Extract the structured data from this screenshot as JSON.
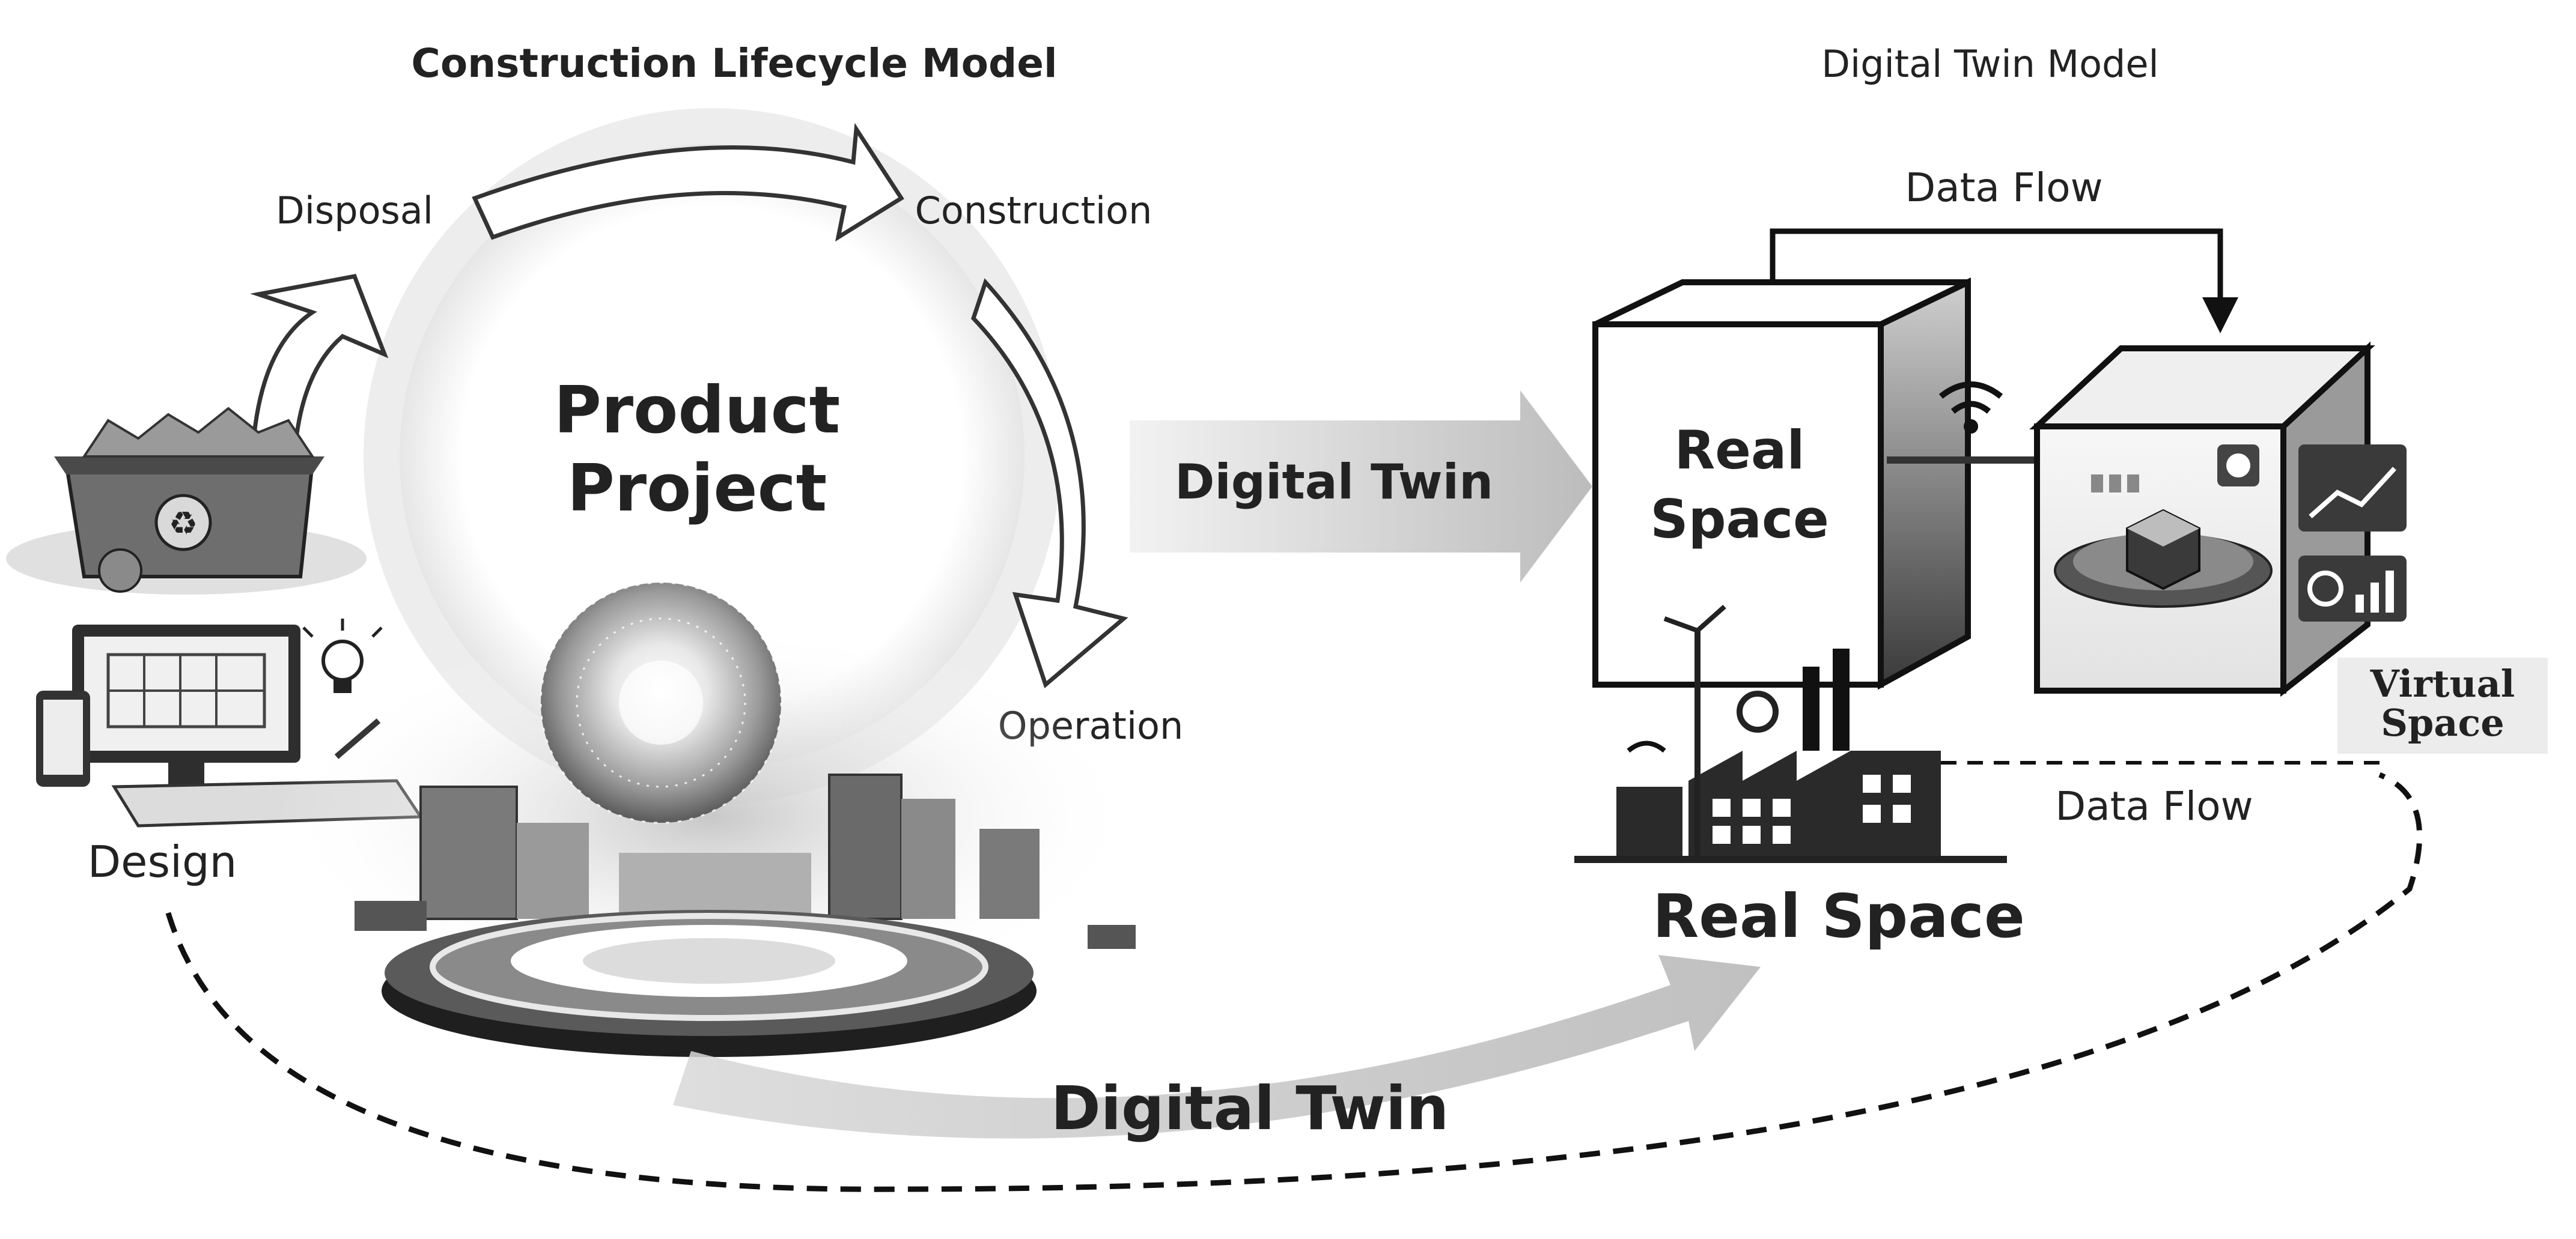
{
  "diagram": {
    "lifecycle_title": "Construction Lifecycle Model",
    "twin_title": "Digital Twin Model",
    "center_label_line1": "Product",
    "center_label_line2": "Project",
    "stages": {
      "disposal": "Disposal",
      "construction": "Construction",
      "operation": "Operation",
      "design": "Design"
    },
    "arrow_digital_twin": "Digital Twin",
    "bottom_digital_twin": "Digital Twin",
    "real_space_box_line1": "Real",
    "real_space_box_line2": "Space",
    "real_space_label": "Real Space",
    "virtual_space_line1": "Virtual",
    "virtual_space_line2": "Space",
    "data_flow_top": "Data Flow",
    "data_flow_bottom": "Data Flow"
  }
}
